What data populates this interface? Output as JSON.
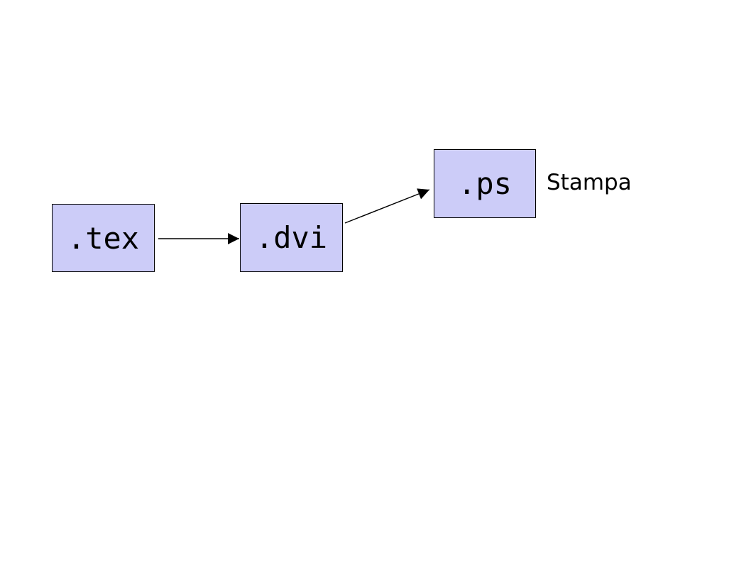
{
  "diagram": {
    "colors": {
      "background": "#ffffff",
      "box_fill": "#ccccf8",
      "box_border": "#000000",
      "arrow_color": "#000000",
      "label_color": "#000000"
    },
    "nodes": [
      {
        "id": "tex",
        "label": ".tex"
      },
      {
        "id": "dvi",
        "label": ".dvi"
      },
      {
        "id": "ps",
        "label": ".ps"
      }
    ],
    "edges": [
      {
        "from": "tex",
        "to": "dvi"
      },
      {
        "from": "dvi",
        "to": "ps"
      }
    ],
    "annotation": {
      "label": "Stampa"
    }
  }
}
